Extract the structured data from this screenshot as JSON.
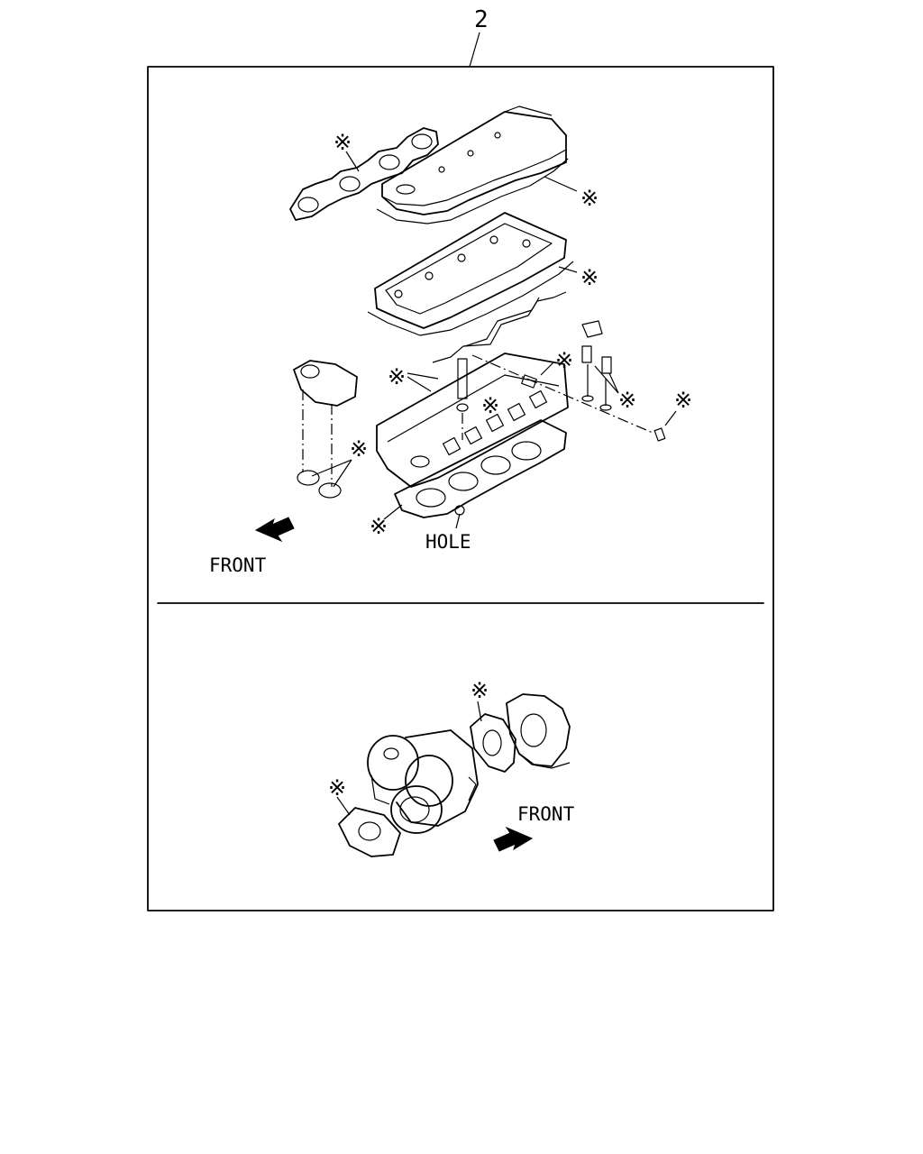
{
  "callout_number": "2",
  "labels": {
    "front_upper": "FRONT",
    "hole": "HOLE",
    "front_lower": "FRONT"
  },
  "marker_glyph": "※",
  "colors": {
    "line": "#000000",
    "background": "#ffffff"
  }
}
